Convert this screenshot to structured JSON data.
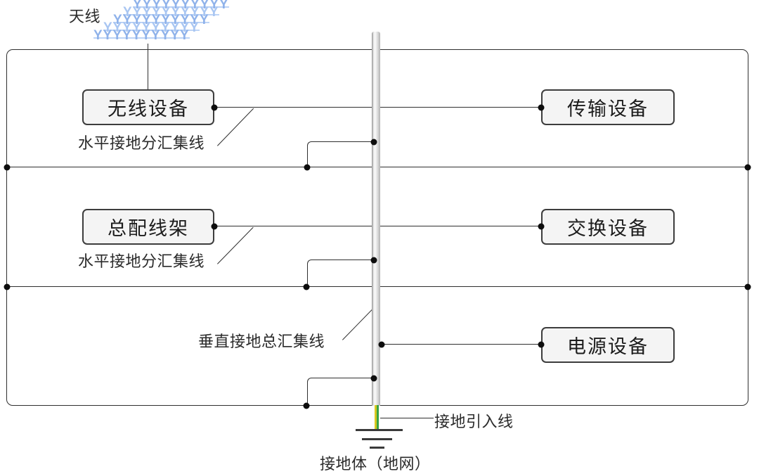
{
  "diagram": {
    "antenna": {
      "label": "天线",
      "glyph": "Y",
      "mesh_rows": 5,
      "mesh_cols": 10
    },
    "boxes": [
      {
        "id": "wireless",
        "label": "无线设备"
      },
      {
        "id": "transmission",
        "label": "传输设备"
      },
      {
        "id": "mdf",
        "label": "总配线架"
      },
      {
        "id": "switching",
        "label": "交换设备"
      },
      {
        "id": "power",
        "label": "电源设备"
      }
    ],
    "annotations": {
      "horizontal_bus_1": "水平接地分汇集线",
      "horizontal_bus_2": "水平接地分汇集线",
      "vertical_bus": "垂直接地总汇集线",
      "lead_in_wire": "接地引入线",
      "ground_body": "接地体（地网）"
    },
    "colors": {
      "line": "#2f2f2f",
      "box_fill": "#f4f4f4",
      "box_border": "#3d3d3d",
      "antenna_blue_main": "#8fb2ea",
      "antenna_blue_alt": "#a9c6f2",
      "wire_yellow": "#d8c820",
      "wire_green": "#37a245",
      "bus_bar_gray": "#d9d9d9"
    }
  }
}
